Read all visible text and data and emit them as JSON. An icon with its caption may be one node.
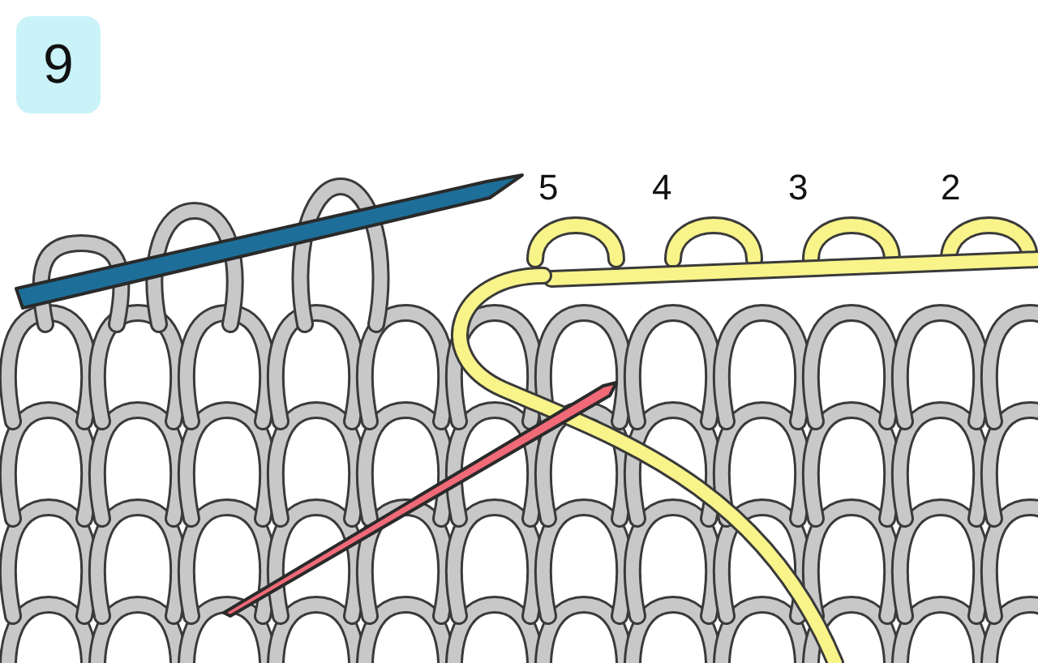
{
  "diagram": {
    "labels": [
      "9",
      "5",
      "4",
      "3",
      "2"
    ]
  }
}
